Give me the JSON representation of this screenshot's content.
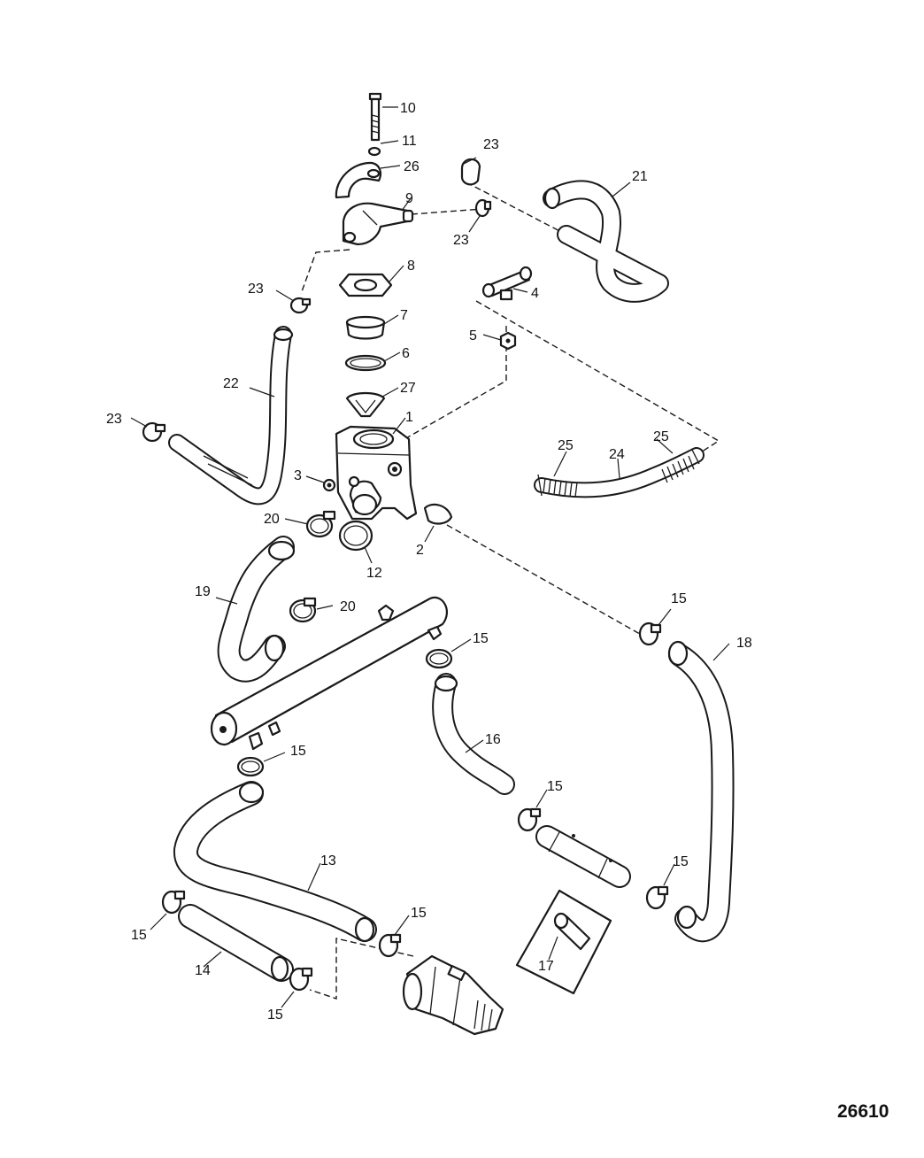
{
  "figure_number": "26610",
  "callouts": [
    {
      "id": "c1",
      "label": "1"
    },
    {
      "id": "c2",
      "label": "2"
    },
    {
      "id": "c3",
      "label": "3"
    },
    {
      "id": "c4",
      "label": "4"
    },
    {
      "id": "c5",
      "label": "5"
    },
    {
      "id": "c6",
      "label": "6"
    },
    {
      "id": "c7",
      "label": "7"
    },
    {
      "id": "c8",
      "label": "8"
    },
    {
      "id": "c9",
      "label": "9"
    },
    {
      "id": "c10",
      "label": "10"
    },
    {
      "id": "c11",
      "label": "11"
    },
    {
      "id": "c12",
      "label": "12"
    },
    {
      "id": "c13",
      "label": "13"
    },
    {
      "id": "c14",
      "label": "14"
    },
    {
      "id": "c15a",
      "label": "15"
    },
    {
      "id": "c15b",
      "label": "15"
    },
    {
      "id": "c15c",
      "label": "15"
    },
    {
      "id": "c15d",
      "label": "15"
    },
    {
      "id": "c15e",
      "label": "15"
    },
    {
      "id": "c15f",
      "label": "15"
    },
    {
      "id": "c15g",
      "label": "15"
    },
    {
      "id": "c15h",
      "label": "15"
    },
    {
      "id": "c16",
      "label": "16"
    },
    {
      "id": "c17",
      "label": "17"
    },
    {
      "id": "c18",
      "label": "18"
    },
    {
      "id": "c19",
      "label": "19"
    },
    {
      "id": "c20a",
      "label": "20"
    },
    {
      "id": "c20b",
      "label": "20"
    },
    {
      "id": "c21",
      "label": "21"
    },
    {
      "id": "c22",
      "label": "22"
    },
    {
      "id": "c23a",
      "label": "23"
    },
    {
      "id": "c23b",
      "label": "23"
    },
    {
      "id": "c23c",
      "label": "23"
    },
    {
      "id": "c23d",
      "label": "23"
    },
    {
      "id": "c24",
      "label": "24"
    },
    {
      "id": "c25a",
      "label": "25"
    },
    {
      "id": "c25b",
      "label": "25"
    },
    {
      "id": "c26",
      "label": "26"
    },
    {
      "id": "c27",
      "label": "27"
    }
  ]
}
